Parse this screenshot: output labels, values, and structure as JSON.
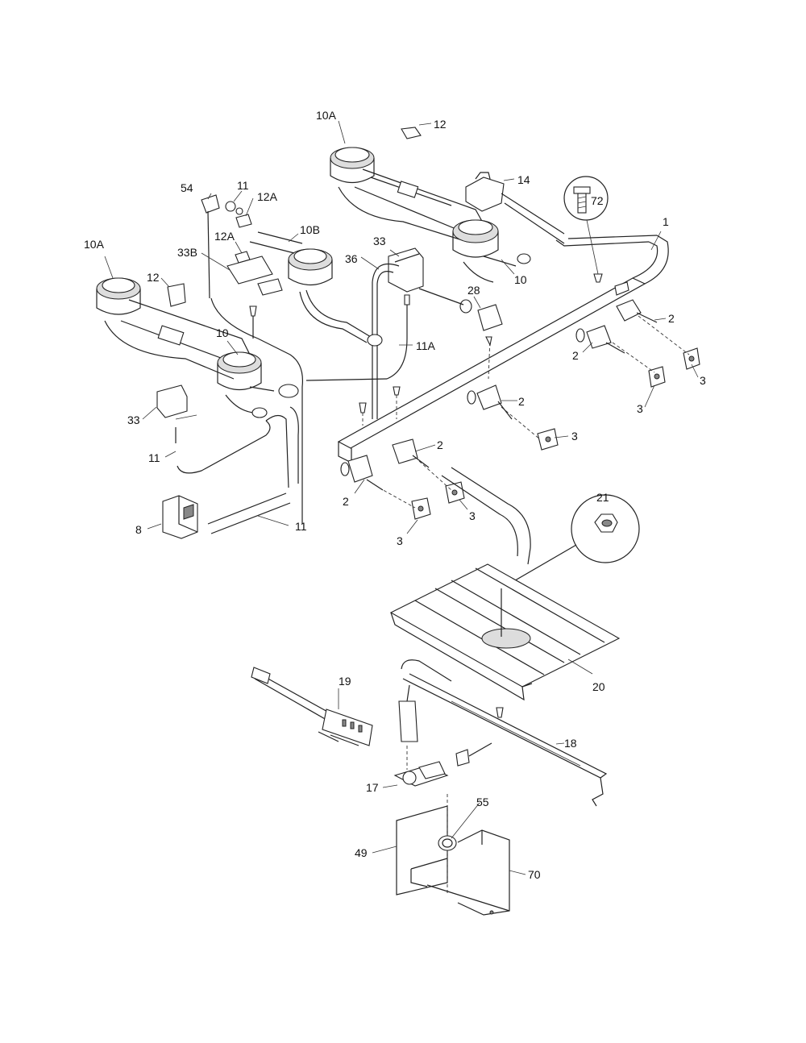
{
  "callouts": {
    "c12_top": "12",
    "c10A_top": "10A",
    "c14": "14",
    "c72": "72",
    "c1": "1",
    "c54": "54",
    "c11_top": "11",
    "c12A_a": "12A",
    "c10B": "10B",
    "c12A_b": "12A",
    "c33B": "33B",
    "c33_mid": "33",
    "c36": "36",
    "c10_right": "10",
    "c28": "28",
    "c10A_left": "10A",
    "c12_left": "12",
    "c10_left": "10",
    "c11A": "11A",
    "c2_a": "2",
    "c2_b": "2",
    "c3_a": "3",
    "c3_b": "3",
    "c2_c": "2",
    "c3_c": "3",
    "c33_left": "33",
    "c11_mid": "11",
    "c2_d": "2",
    "c2_e": "2",
    "c3_d": "3",
    "c3_e": "3",
    "c8": "8",
    "c11_low": "11",
    "c21": "21",
    "c20": "20",
    "c19": "19",
    "c18": "18",
    "c17": "17",
    "c55": "55",
    "c49": "49",
    "c70": "70"
  }
}
